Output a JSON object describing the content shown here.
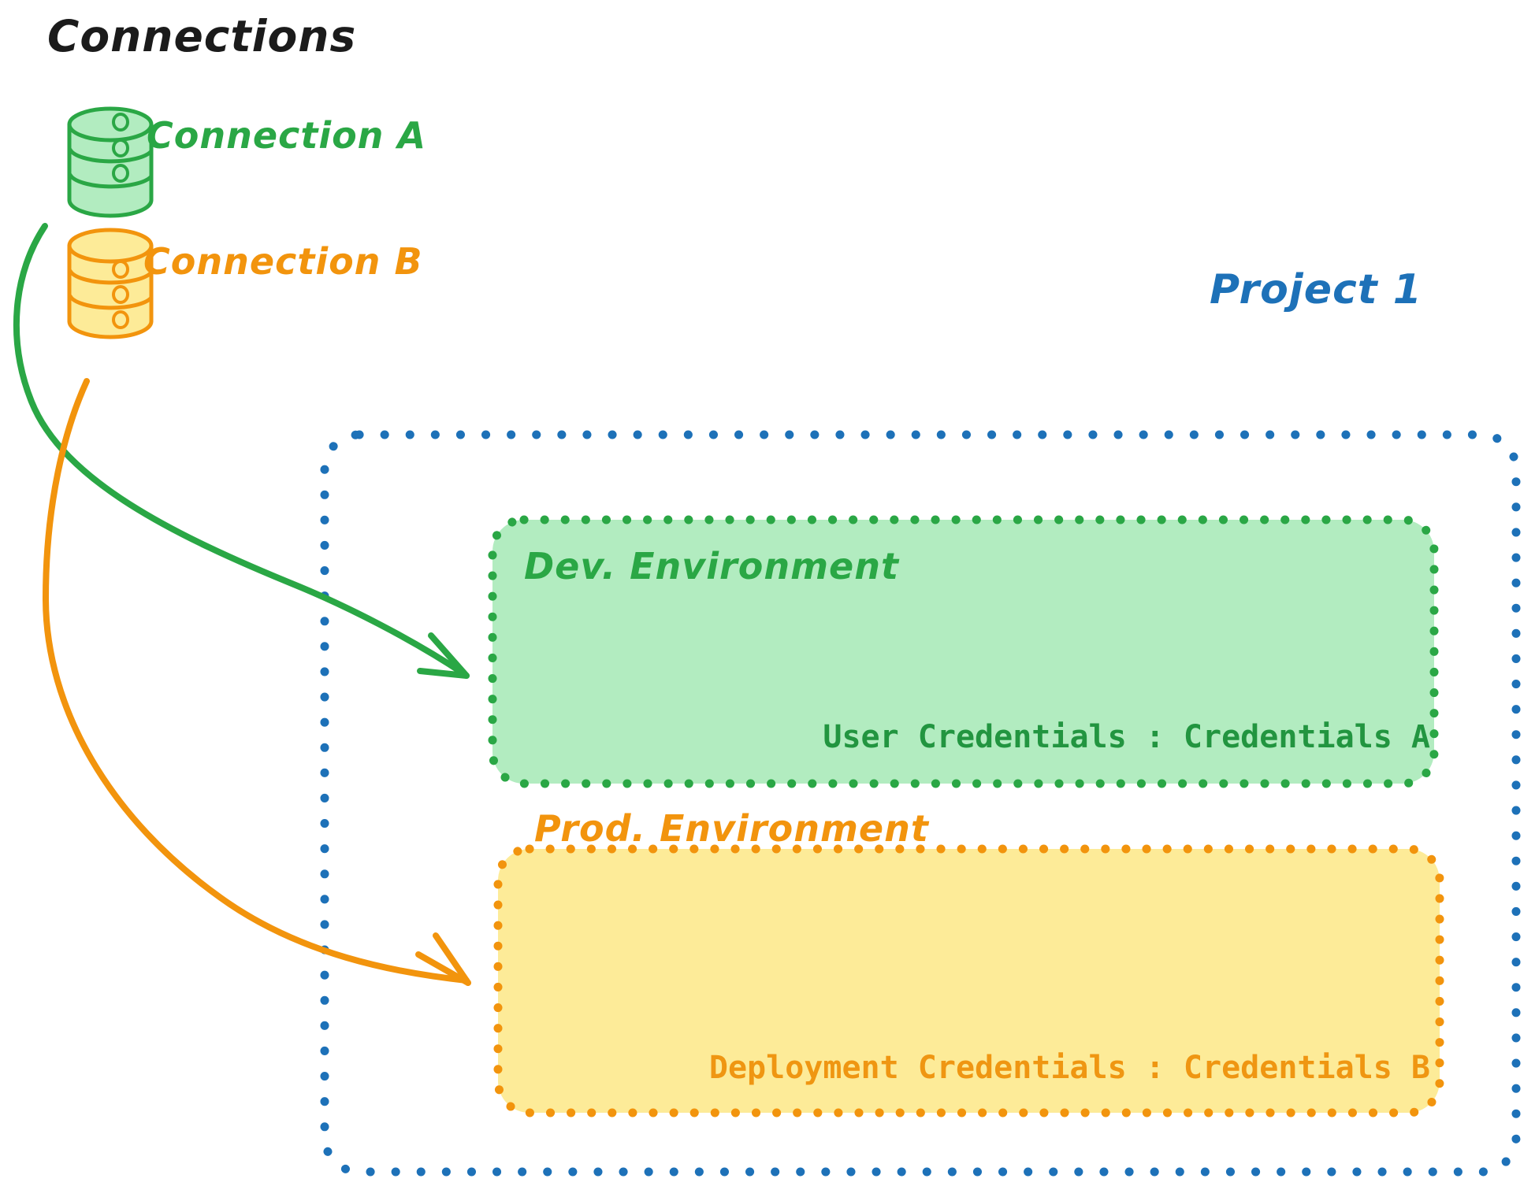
{
  "diagram": {
    "title": "Connections",
    "background_color": "#ffffff"
  },
  "connections": [
    {
      "id": "connection-a",
      "label": "Connection A",
      "icon": "database-cylinder-icon",
      "color": "#2aa745",
      "fill": "#b2ecc0",
      "target": "Dev. Environment"
    },
    {
      "id": "connection-b",
      "label": "Connection B",
      "icon": "database-cylinder-icon",
      "color": "#f2940d",
      "fill": "#fdeb98",
      "target": "Prod. Environment"
    }
  ],
  "project": {
    "label": "Project 1",
    "border_color": "#1d71b8",
    "environments": [
      {
        "id": "dev-environment",
        "title": "Dev. Environment",
        "credentials_label": "User Credentials : Credentials A",
        "border_color": "#2aa745",
        "fill_color": "#b2ecc0",
        "text_color": "#229540"
      },
      {
        "id": "prod-environment",
        "title": "Prod. Environment",
        "credentials_label": "Deployment Credentials : Credentials B",
        "border_color": "#f2940d",
        "fill_color": "#fdeb98",
        "text_color": "#ef9612"
      }
    ]
  }
}
